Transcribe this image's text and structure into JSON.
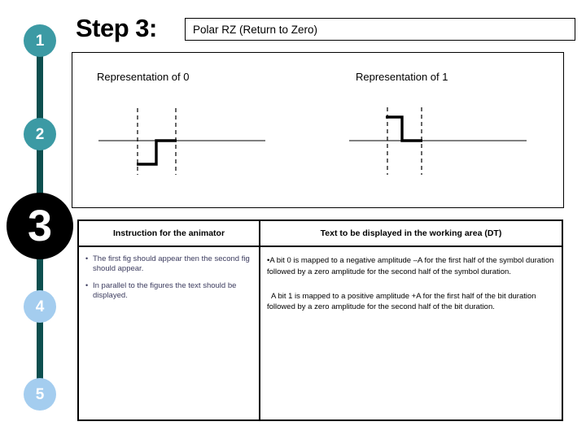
{
  "header": {
    "step_label": "Step 3:",
    "title": "Polar RZ (Return to Zero)"
  },
  "rail": {
    "steps": [
      {
        "number": "1",
        "state": "teal",
        "size": "sm"
      },
      {
        "number": "2",
        "state": "teal",
        "size": "sm"
      },
      {
        "number": "3",
        "state": "active",
        "size": "lg"
      },
      {
        "number": "4",
        "state": "light",
        "size": "sm"
      },
      {
        "number": "5",
        "state": "light",
        "size": "sm"
      }
    ],
    "line_color": "#0d4f4f",
    "teal_color": "#3c9aa4",
    "light_color": "#a4cdef",
    "active_color": "#000000"
  },
  "figures": {
    "rep0_caption": "Representation of 0",
    "rep1_caption": "Representation of 1"
  },
  "table": {
    "headers": {
      "left": "Instruction for the animator",
      "right": "Text to be displayed in the working area (DT)"
    },
    "instructions": [
      {
        "bullet": "•",
        "text": "The first fig should appear  then the second fig should appear."
      },
      {
        "bullet": "•",
        "text": "In parallel to the figures the text should be displayed."
      }
    ],
    "display_text": [
      "•A bit 0 is mapped to a negative amplitude –A for the first half of the symbol duration followed by a zero amplitude for the second half of the symbol duration.",
      "A bit 1 is mapped to a positive amplitude +A for the first half of the bit duration followed by a zero amplitude for the second half of the bit duration."
    ]
  },
  "chart_data": {
    "type": "line",
    "title": "Polar RZ (Return to Zero) line coding waveforms",
    "xlabel": "",
    "ylabel": "",
    "ylim": [
      -1,
      1
    ],
    "grid": false,
    "legend": "none",
    "series": [
      {
        "name": "Representation of 0",
        "x": [
          0.0,
          0.5,
          0.5,
          1.0
        ],
        "values": [
          -1,
          -1,
          0,
          0
        ],
        "annotation": "negative amplitude -A for first half, zero for second half"
      },
      {
        "name": "Representation of 1",
        "x": [
          0.0,
          0.5,
          0.5,
          1.0
        ],
        "values": [
          1,
          1,
          0,
          0
        ],
        "annotation": "positive amplitude +A for first half, zero for second half"
      }
    ]
  }
}
